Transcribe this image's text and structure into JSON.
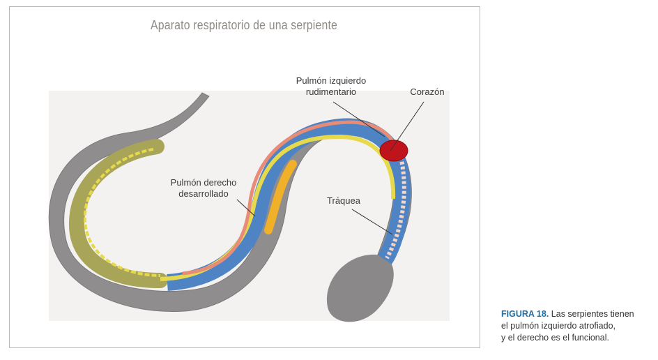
{
  "figure": {
    "title": "Aparato respiratorio de una serpiente"
  },
  "labels": {
    "left_lung_line1": "Pulmón izquierdo",
    "left_lung_line2": "rudimentario",
    "heart": "Corazón",
    "right_lung_line1": "Pulmón derecho",
    "right_lung_line2": "desarrollado",
    "trachea": "Tráquea"
  },
  "caption": {
    "figure_number": "FIGURA 18.",
    "text_line1": " Las serpientes tienen",
    "text_line2": "el pulmón izquierdo atrofiado,",
    "text_line3": "y el derecho es el funcional."
  },
  "colors": {
    "body": "#8f8d8d",
    "body_shadow": "#c9c7c6",
    "lung_blue": "#4f84c4",
    "air_sac_yellow": "#e6d94c",
    "intestine_salmon": "#e88c78",
    "liver_orange": "#f1b02a",
    "heart_red": "#c0141c",
    "tail_olive": "#a8a458",
    "caption_accent": "#1f6fa8"
  }
}
